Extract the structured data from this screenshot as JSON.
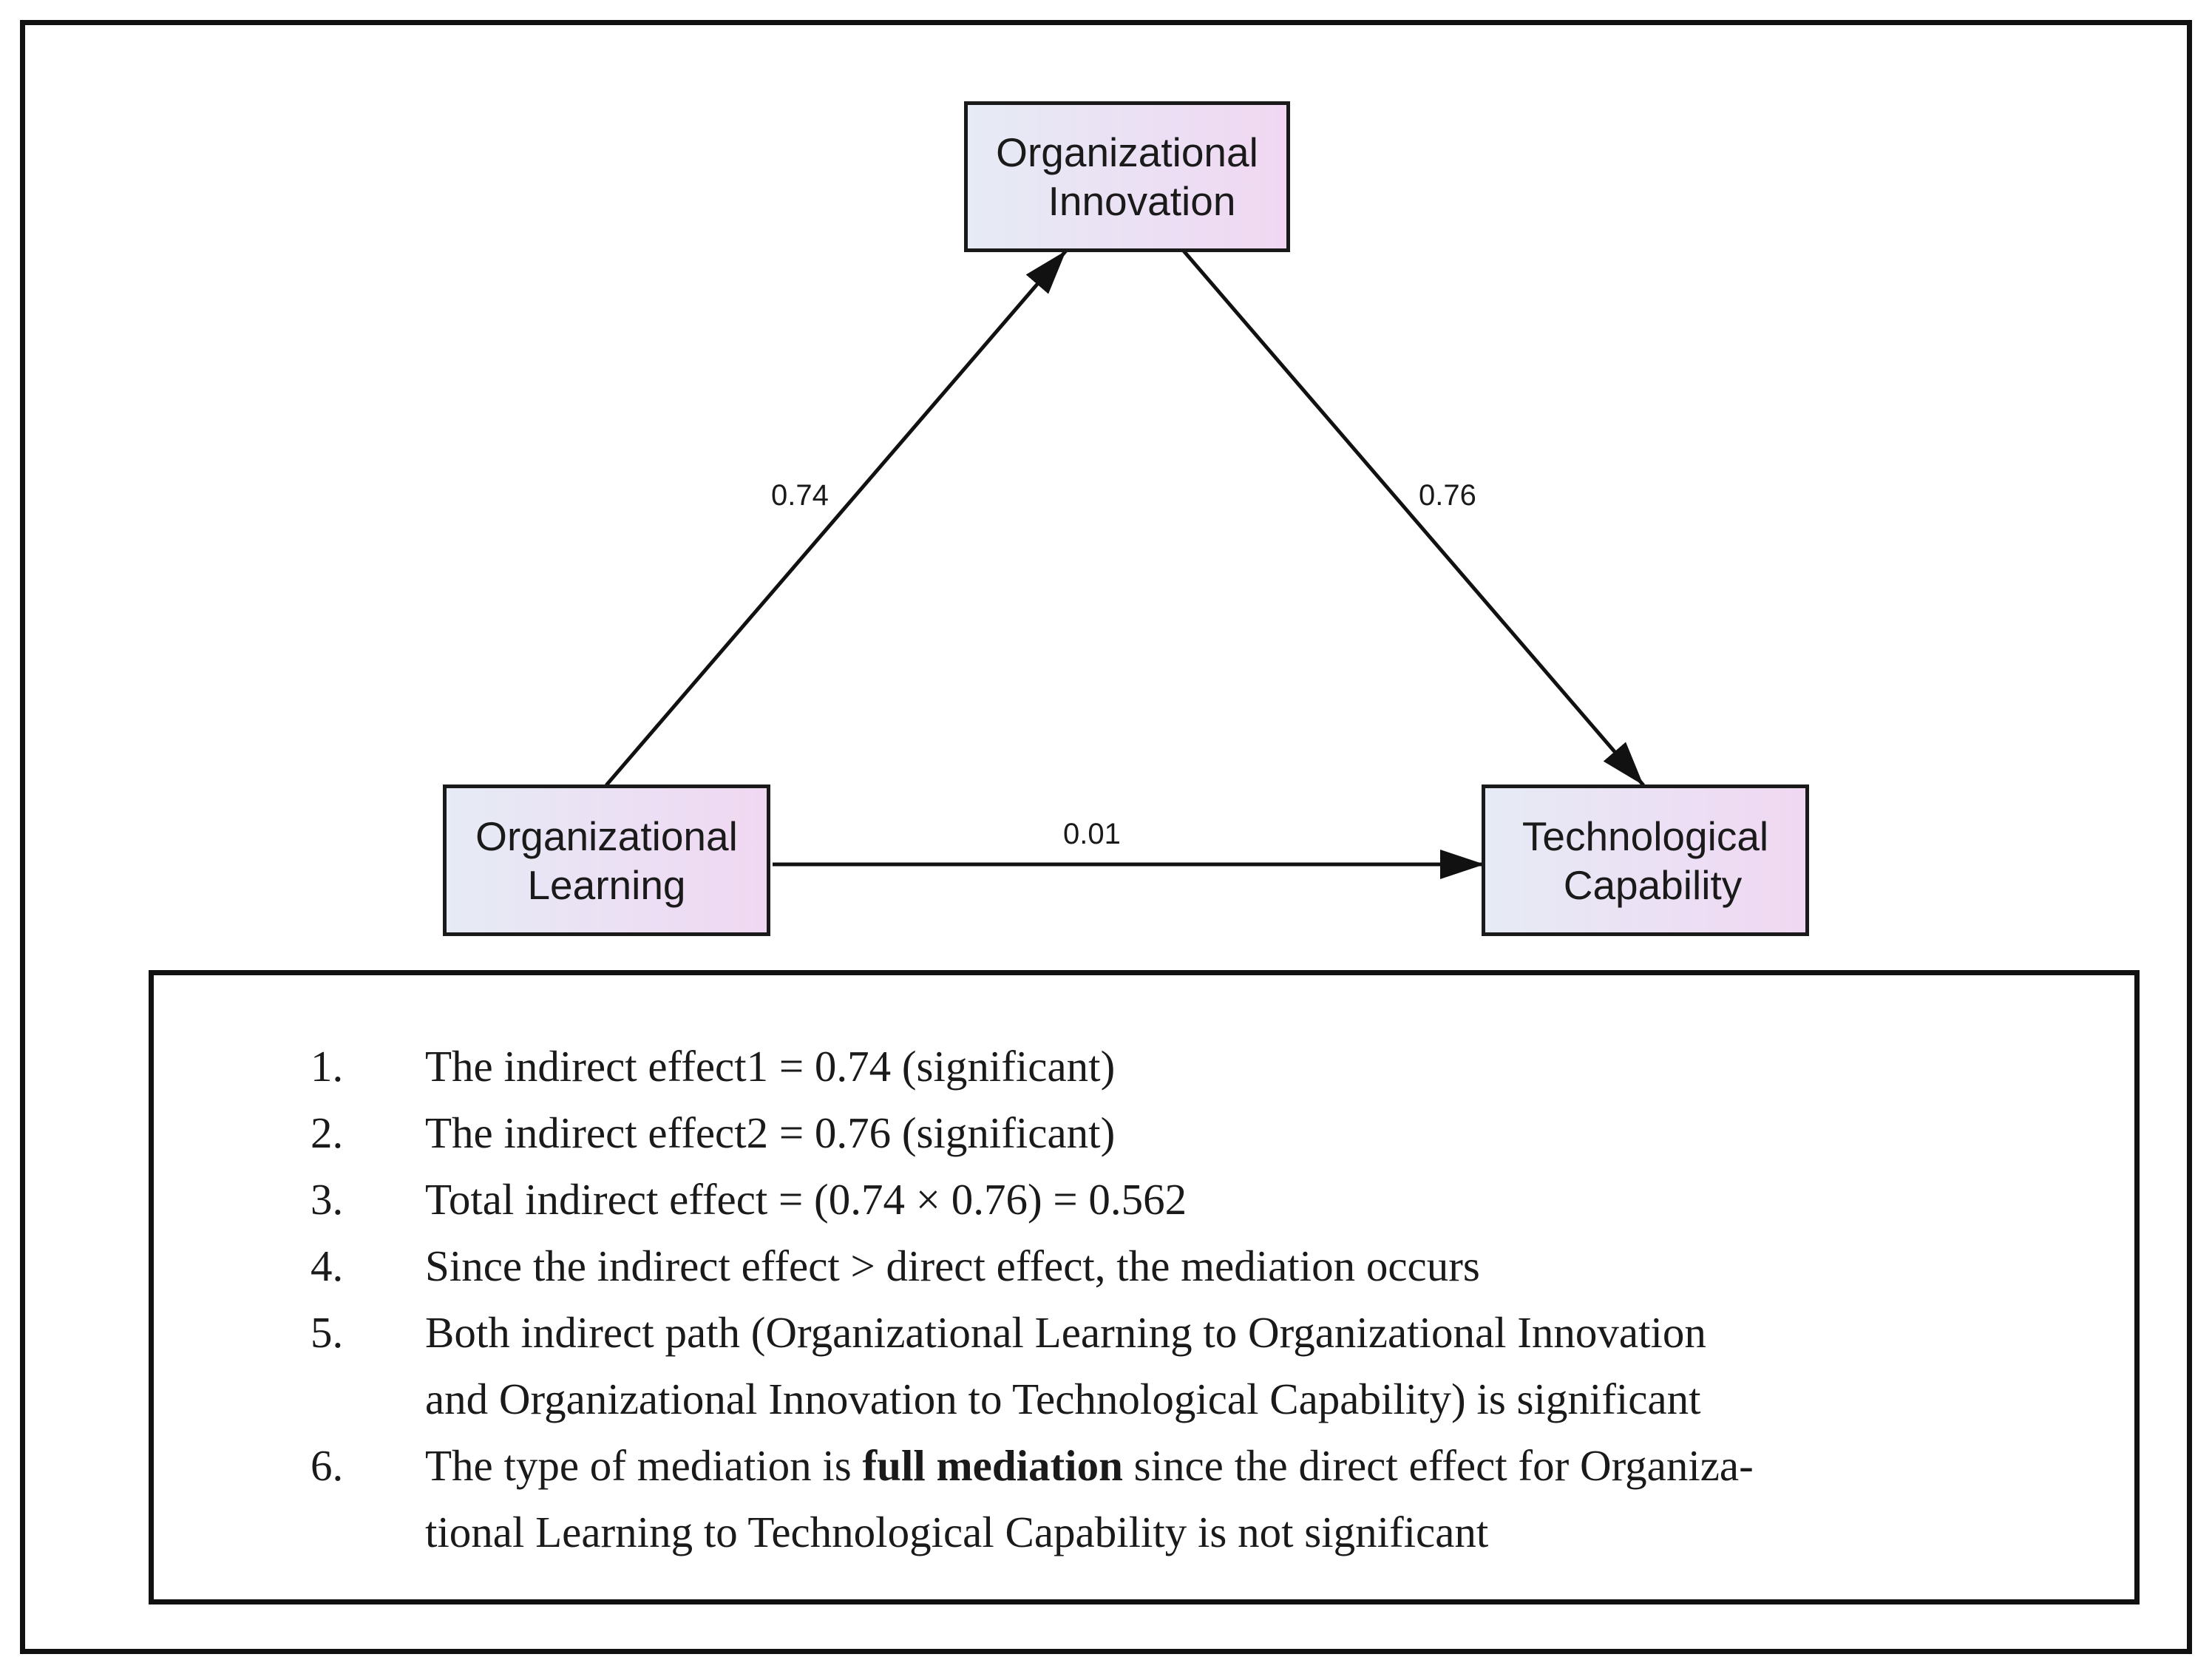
{
  "nodes": {
    "innovation": {
      "line1": "Organizational",
      "line2": "Innovation"
    },
    "learning": {
      "line1": "Organizational",
      "line2": "Learning"
    },
    "capability": {
      "line1": "Technological",
      "line2": "Capability"
    }
  },
  "edges": {
    "learning_to_innovation": "0.74",
    "innovation_to_capability": "0.76",
    "learning_to_capability": "0.01"
  },
  "notes": [
    {
      "num": "1.",
      "text": "The indirect effect1 = 0.74 (significant)"
    },
    {
      "num": "2.",
      "text": "The indirect effect2 = 0.76 (significant)"
    },
    {
      "num": "3.",
      "text": "Total indirect effect = (0.74 × 0.76) = 0.562"
    },
    {
      "num": "4.",
      "text": "Since the indirect effect > direct effect, the mediation occurs"
    },
    {
      "num": "5.",
      "text_line1": "Both indirect path (Organizational Learning to Organizational Innovation",
      "text_line2": "and Organizational Innovation to Technological Capability) is significant"
    },
    {
      "num": "6.",
      "text_pre": "The type of mediation is ",
      "text_bold": "full mediation",
      "text_post1": " since the direct effect for Organiza-",
      "text_post2": "tional Learning to Technological Capability is not significant"
    }
  ]
}
